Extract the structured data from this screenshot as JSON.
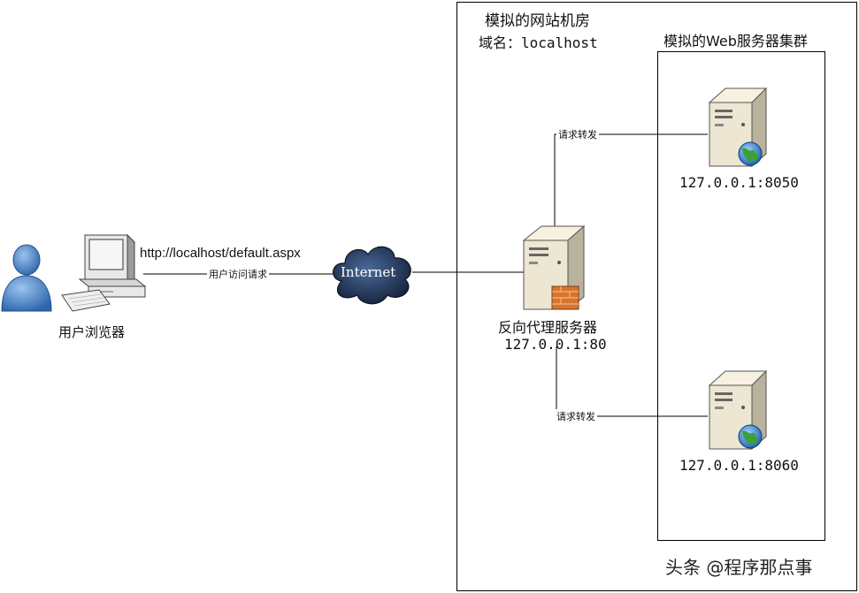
{
  "datacenter": {
    "title": "模拟的网站机房",
    "domain_label": "域名：localhost"
  },
  "cluster": {
    "title": "模拟的Web服务器集群"
  },
  "nodes": {
    "user_browser_label": "用户浏览器",
    "url_label": "http://localhost/default.aspx",
    "internet_label": "Internet",
    "proxy_label": "反向代理服务器",
    "proxy_addr": "127.0.0.1:80",
    "server1_addr": "127.0.0.1:8050",
    "server2_addr": "127.0.0.1:8060"
  },
  "edges": {
    "user_request": "用户访问请求",
    "forward_1": "请求转发",
    "forward_2": "请求转发"
  },
  "watermark": "头条 @程序那点事",
  "colors": {
    "cloud": "#1e2f4f",
    "user": "#4a7fc0",
    "server_body": "#ece6d2",
    "globe": "#2a7bd4",
    "firewall": "#d8742c"
  }
}
